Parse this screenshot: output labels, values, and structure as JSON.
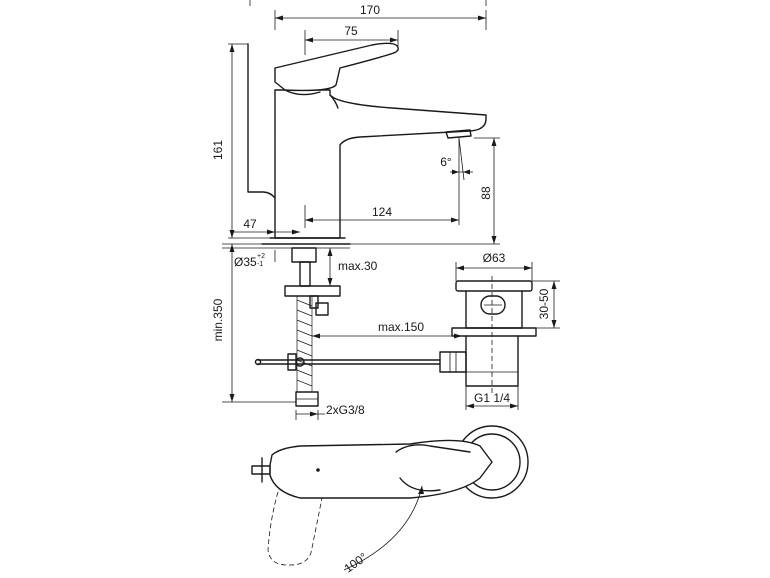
{
  "dimensions": {
    "width_total": "170",
    "lever_width": "75",
    "height_total": "161",
    "outlet_height": "88",
    "lever_depth": "47",
    "spout_reach": "124",
    "outlet_angle": "6°",
    "base_diameter": "Ø35",
    "base_tol_plus": "+2",
    "base_tol_minus": "-1",
    "deck_thickness": "max.30",
    "install_depth": "min.350",
    "rod_length": "max.150",
    "waste_diameter": "Ø63",
    "waste_range": "30-50",
    "waste_thread": "G1 1/4",
    "supply_thread": "2xG3/8",
    "lever_swing": "100°"
  }
}
